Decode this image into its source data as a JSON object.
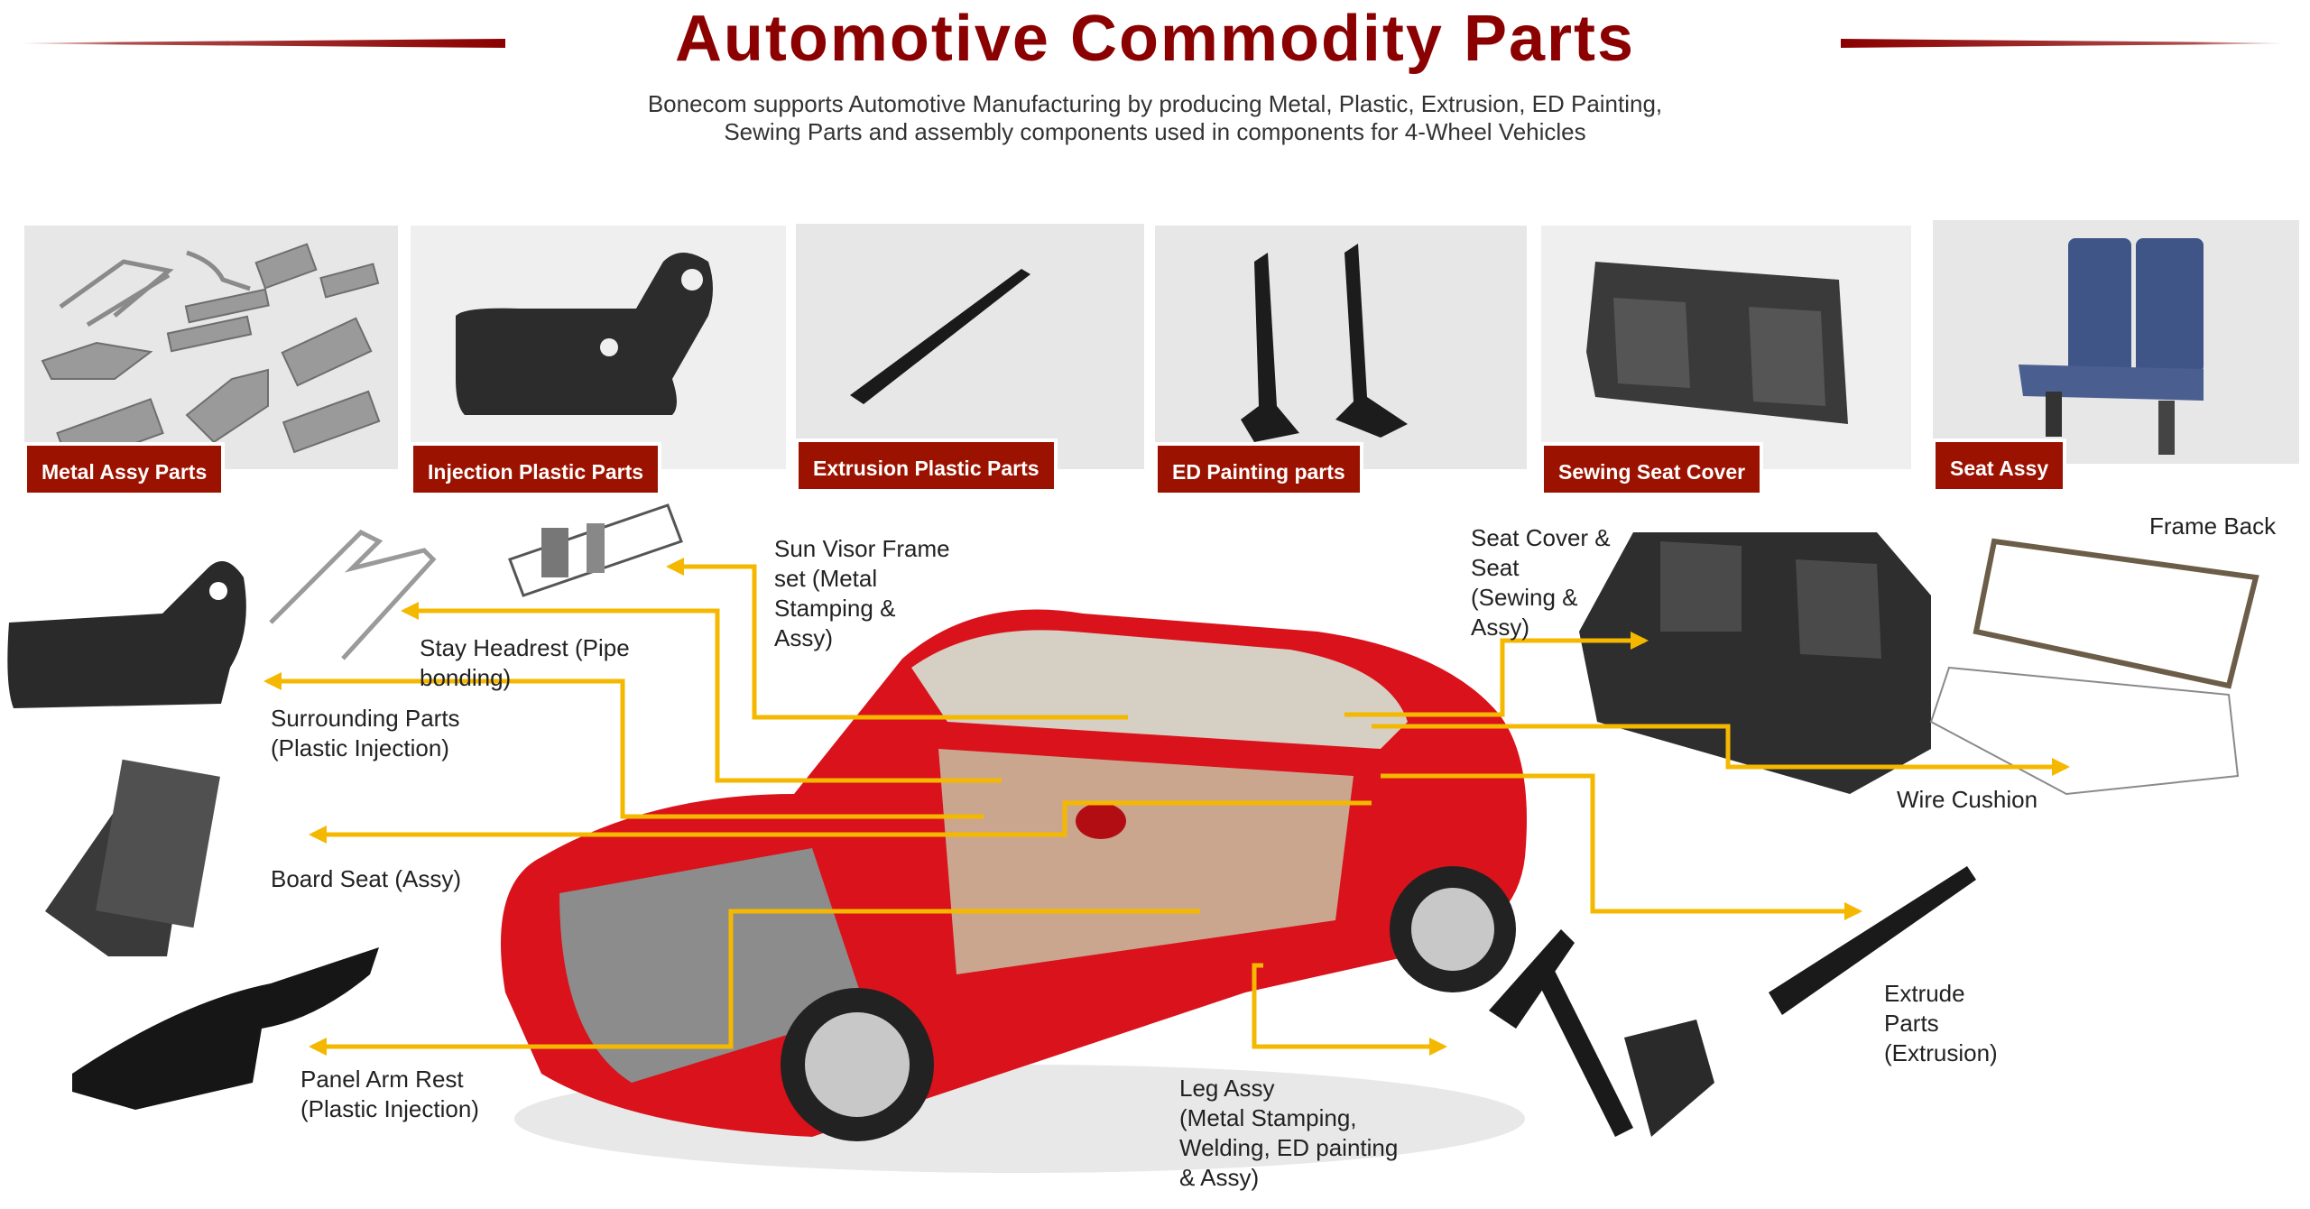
{
  "header": {
    "title": "Automotive Commodity Parts",
    "subtitle_line1": "Bonecom supports Automotive Manufacturing by producing Metal, Plastic,  Extrusion, ED Painting,",
    "subtitle_line2": "Sewing Parts and assembly components used in components for 4-Wheel Vehicles"
  },
  "colors": {
    "brand_red": "#8b0000",
    "label_red": "#9b1300",
    "arrow_yellow": "#f5b800",
    "car_red": "#d9121b"
  },
  "categories": [
    {
      "label": "Metal Assy  Parts",
      "icon": "metal-parts-image"
    },
    {
      "label": "Injection Plastic Parts",
      "icon": "injection-plastic-image"
    },
    {
      "label": "Extrusion Plastic Parts",
      "icon": "extrusion-plastic-image"
    },
    {
      "label": "ED Painting parts",
      "icon": "ed-painting-image"
    },
    {
      "label": "Sewing Seat Cover",
      "icon": "seat-cover-image"
    },
    {
      "label": "Seat Assy",
      "icon": "seat-assy-image"
    }
  ],
  "callouts": {
    "sun_visor": [
      "Sun Visor Frame",
      "set (Metal",
      "Stamping &",
      "Assy)"
    ],
    "stay_headrest": [
      "Stay Headrest (Pipe",
      "bonding)"
    ],
    "surrounding": [
      "Surrounding Parts",
      "(Plastic Injection)"
    ],
    "board_seat": [
      "Board Seat (Assy)"
    ],
    "panel_arm_rest": [
      "Panel Arm Rest",
      "(Plastic Injection)"
    ],
    "leg_assy": [
      "Leg Assy",
      "(Metal Stamping,",
      "Welding, ED painting",
      "& Assy)"
    ],
    "seat_cover": [
      "Seat Cover &",
      "Seat",
      "(Sewing &",
      "Assy)"
    ],
    "frame_back": [
      "Frame Back"
    ],
    "wire_cushion": [
      "Wire Cushion"
    ],
    "extrude": [
      "Extrude",
      "Parts",
      "(Extrusion)"
    ]
  }
}
